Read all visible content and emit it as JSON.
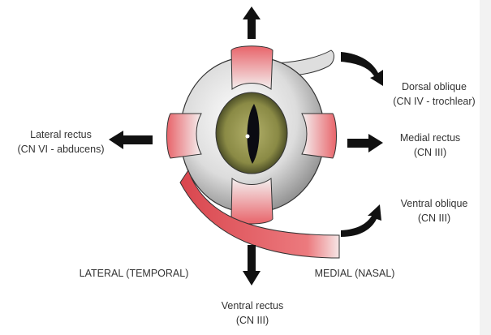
{
  "labels": {
    "dorsal_oblique": {
      "name": "Dorsal oblique",
      "nerve": "(CN IV - trochlear)"
    },
    "lateral_rectus": {
      "name": "Lateral rectus",
      "nerve": "(CN VI - abducens)"
    },
    "medial_rectus": {
      "name": "Medial rectus",
      "nerve": "(CN III)"
    },
    "ventral_oblique": {
      "name": "Ventral oblique",
      "nerve": "(CN III)"
    },
    "ventral_rectus": {
      "name": "Ventral rectus",
      "nerve": "(CN III)"
    },
    "lateral_side": "LATERAL (TEMPORAL)",
    "medial_side": "MEDIAL (NASAL)"
  },
  "colors": {
    "muscle": "#e8646a",
    "iris": "#8a8a45",
    "arrow": "#111111"
  }
}
